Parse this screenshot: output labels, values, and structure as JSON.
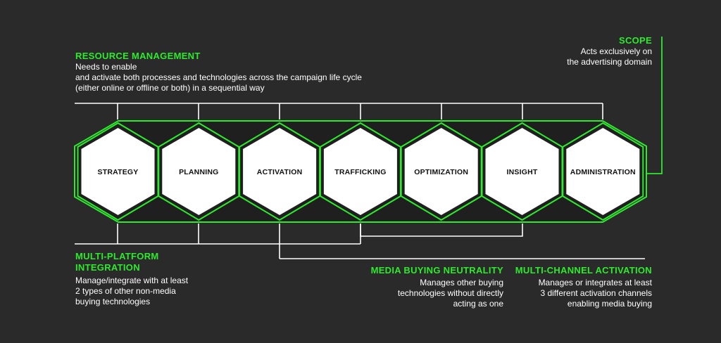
{
  "colors": {
    "accent": "#2dea2d",
    "background": "#2a2a2a",
    "line": "#ffffff",
    "hex_fill": "#ffffff",
    "hex_outline": "#2dea2d"
  },
  "resource_management": {
    "title": "RESOURCE MANAGEMENT",
    "lines": [
      "Needs to enable",
      "and activate both processes and technologies across the campaign life cycle",
      "(either online or offline or both) in a sequential way"
    ]
  },
  "scope": {
    "title": "SCOPE",
    "lines": [
      "Acts exclusively on",
      "the advertising domain"
    ]
  },
  "stages": [
    "STRATEGY",
    "PLANNING",
    "ACTIVATION",
    "TRAFFICKING",
    "OPTIMIZATION",
    "INSIGHT",
    "ADMINISTRATION"
  ],
  "multi_platform": {
    "title_lines": [
      "MULTI-PLATFORM",
      "INTEGRATION"
    ],
    "lines": [
      "Manage/integrate with at least",
      "2 types of other non-media",
      "buying technologies"
    ]
  },
  "media_buying": {
    "title": "MEDIA BUYING NEUTRALITY",
    "lines": [
      "Manages other buying",
      "technologies without directly",
      "acting as one"
    ]
  },
  "multi_channel": {
    "title": "MULTI-CHANNEL ACTIVATION",
    "lines": [
      "Manages or integrates at least",
      "3 different activation channels",
      "enabling media buying"
    ]
  }
}
